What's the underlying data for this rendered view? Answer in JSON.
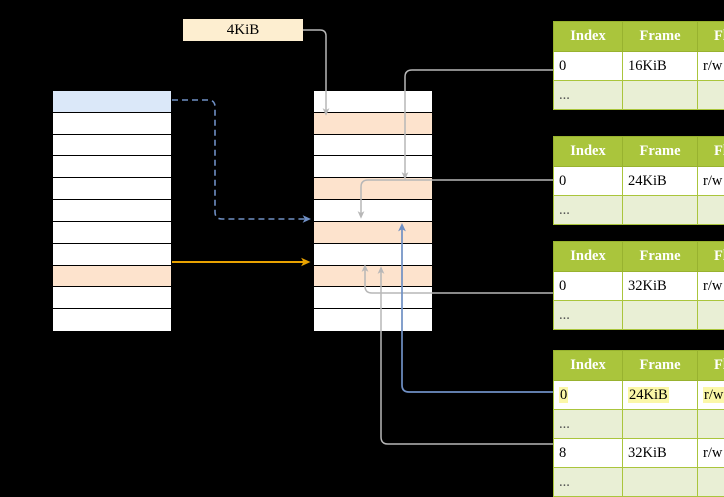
{
  "diagram": {
    "title_label": "4KiB",
    "colors": {
      "table_header_bg": "#aac53c",
      "table_row_alt_bg": "#e9efd5",
      "highlight_yellow": "#fbf7a8",
      "cell_blue": "#dbe8f9",
      "cell_peach": "#fde3cd",
      "label_box_bg": "#fdeed0",
      "arrow_gray": "#b7b7b7",
      "arrow_blue": "#6f8fc4",
      "arrow_orange": "#e8a200"
    }
  },
  "left_column": {
    "name": "left-memory-column",
    "rows": [
      {
        "index": 0,
        "fill": "blue",
        "label": ""
      },
      {
        "index": 1,
        "fill": "white",
        "label": ""
      },
      {
        "index": 2,
        "fill": "white",
        "label": ""
      },
      {
        "index": 3,
        "fill": "white",
        "label": ""
      },
      {
        "index": 4,
        "fill": "white",
        "label": ""
      },
      {
        "index": 5,
        "fill": "white",
        "label": ""
      },
      {
        "index": 6,
        "fill": "white",
        "label": ""
      },
      {
        "index": 7,
        "fill": "white",
        "label": ""
      },
      {
        "index": 8,
        "fill": "peach",
        "label": ""
      },
      {
        "index": 9,
        "fill": "white",
        "label": ""
      },
      {
        "index": 10,
        "fill": "white",
        "label": ""
      }
    ]
  },
  "middle_column": {
    "name": "middle-memory-column",
    "rows": [
      {
        "index": 0,
        "fill": "white",
        "label": ""
      },
      {
        "index": 1,
        "fill": "peach",
        "label": ""
      },
      {
        "index": 2,
        "fill": "white",
        "label": ""
      },
      {
        "index": 3,
        "fill": "white",
        "label": ""
      },
      {
        "index": 4,
        "fill": "peach",
        "label": ""
      },
      {
        "index": 5,
        "fill": "white",
        "label": ""
      },
      {
        "index": 6,
        "fill": "peach",
        "label": ""
      },
      {
        "index": 7,
        "fill": "white",
        "label": ""
      },
      {
        "index": 8,
        "fill": "peach",
        "label": ""
      },
      {
        "index": 9,
        "fill": "white",
        "label": ""
      },
      {
        "index": 10,
        "fill": "white",
        "label": ""
      }
    ]
  },
  "tables": [
    {
      "name": "page-table-1",
      "headers": [
        "Index",
        "Frame",
        "Flags"
      ],
      "rows": [
        {
          "cells": [
            "0",
            "16KiB",
            "r/w"
          ],
          "dots": false,
          "highlight": false
        },
        {
          "cells": [
            "...",
            "",
            ""
          ],
          "dots": true,
          "highlight": false
        }
      ]
    },
    {
      "name": "page-table-2",
      "headers": [
        "Index",
        "Frame",
        "Flags"
      ],
      "rows": [
        {
          "cells": [
            "0",
            "24KiB",
            "r/w"
          ],
          "dots": false,
          "highlight": false
        },
        {
          "cells": [
            "...",
            "",
            ""
          ],
          "dots": true,
          "highlight": false
        }
      ]
    },
    {
      "name": "page-table-3",
      "headers": [
        "Index",
        "Frame",
        "Flags"
      ],
      "rows": [
        {
          "cells": [
            "0",
            "32KiB",
            "r/w"
          ],
          "dots": false,
          "highlight": false
        },
        {
          "cells": [
            "...",
            "",
            ""
          ],
          "dots": true,
          "highlight": false
        }
      ]
    },
    {
      "name": "page-table-4",
      "headers": [
        "Index",
        "Frame",
        "Flags"
      ],
      "rows": [
        {
          "cells": [
            "0",
            "24KiB",
            "r/w"
          ],
          "dots": false,
          "highlight": true
        },
        {
          "cells": [
            "...",
            "",
            ""
          ],
          "dots": true,
          "highlight": false
        },
        {
          "cells": [
            "8",
            "32KiB",
            "r/w"
          ],
          "dots": false,
          "highlight": false
        },
        {
          "cells": [
            "...",
            "",
            ""
          ],
          "dots": true,
          "highlight": false
        }
      ]
    }
  ],
  "connections": [
    {
      "name": "label-to-middle-row1",
      "from": "4KiB label",
      "to": "middle row 1",
      "style": "gray-solid"
    },
    {
      "name": "left-row0-to-middle-row6",
      "from": "left row 0",
      "to": "middle row 6",
      "style": "blue-dashed"
    },
    {
      "name": "left-row8-to-middle-row8",
      "from": "left row 8",
      "to": "middle row 8",
      "style": "orange-solid"
    },
    {
      "name": "table1-row0-to-middle-row4",
      "from": "page-table-1 row 0",
      "to": "middle row 4",
      "style": "gray-solid"
    },
    {
      "name": "table2-row0-to-middle-row6",
      "from": "page-table-2 row 0",
      "to": "middle row 6",
      "style": "gray-solid"
    },
    {
      "name": "table3-row0-to-middle-row8",
      "from": "page-table-3 row 0",
      "to": "middle row 8",
      "style": "gray-solid"
    },
    {
      "name": "table4-row0-to-middle-row6",
      "from": "page-table-4 row 0",
      "to": "middle row 6",
      "style": "blue-solid"
    },
    {
      "name": "table4-row8-to-middle-row8",
      "from": "page-table-4 row 8",
      "to": "middle row 8",
      "style": "gray-solid"
    }
  ]
}
